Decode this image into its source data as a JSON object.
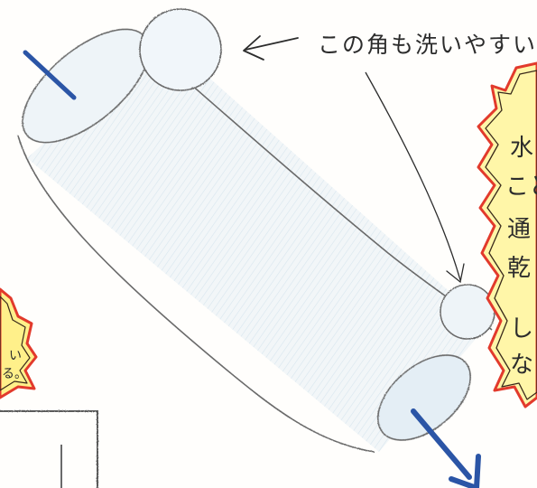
{
  "top_annotation": {
    "text": "この角も洗いやすい"
  },
  "right_bubble": {
    "lines": [
      "水",
      "こと",
      "通",
      "乾",
      "し",
      "な"
    ],
    "colors": {
      "burst_fill": "#fff6a8",
      "burst_stroke": "#3a2a1a",
      "red_accent": "#e23a2c"
    }
  },
  "left_bubble": {
    "lines": [
      "い",
      "る。"
    ],
    "colors": {
      "burst_fill": "#fff08a",
      "red_accent": "#e23a2c"
    }
  },
  "colors": {
    "pencil": "#6a6a6a",
    "blue_marker": "#2b55a6",
    "cylinder_shade": "#dbe8f2",
    "background": "#fffefc"
  },
  "icons": [
    "arrow-left-icon",
    "arrow-down-right-icon",
    "pointer-line"
  ]
}
